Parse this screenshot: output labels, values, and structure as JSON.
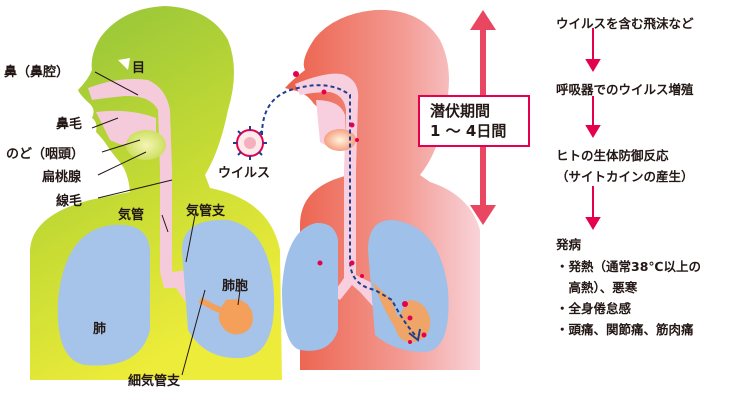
{
  "labels": {
    "nose": "鼻（鼻腔）",
    "eye": "目",
    "nose_hair": "鼻毛",
    "throat": "のど（咽頭）",
    "tonsil": "扁桃腺",
    "cilia": "線毛",
    "trachea": "気管",
    "bronchi": "気管支",
    "alveoli": "肺胞",
    "lung": "肺",
    "bronchiole": "細気管支",
    "virus": "ウイルス"
  },
  "incubation": {
    "line1": "潜伏期間",
    "line2": "1 ～ 4日間"
  },
  "flow": {
    "step1": "ウイルスを含む飛沫など",
    "step2": "呼吸器でのウイルス増殖",
    "step3_line1": "ヒトの生体防御反応",
    "step3_line2": "（サイトカインの産生）",
    "step4": "発病",
    "symptoms": [
      "・発熱（通常38℃以上の",
      "　高熱）、悪寒",
      "・全身倦怠感",
      "・頭痛、関節痛、筋肉痛"
    ]
  },
  "colors": {
    "green_body_top": "#a8cf3a",
    "green_body_bottom": "#e6ea3a",
    "red_body_left": "#ee6a52",
    "red_body_right": "#f6c5cc",
    "airway": "#f4c8d8",
    "lung": "#a6c3ea",
    "alveoli": "#f5a05a",
    "arrow": "#e5004f",
    "incubation_arrow": "#e94661",
    "virus_path": "#1f3f8f"
  }
}
